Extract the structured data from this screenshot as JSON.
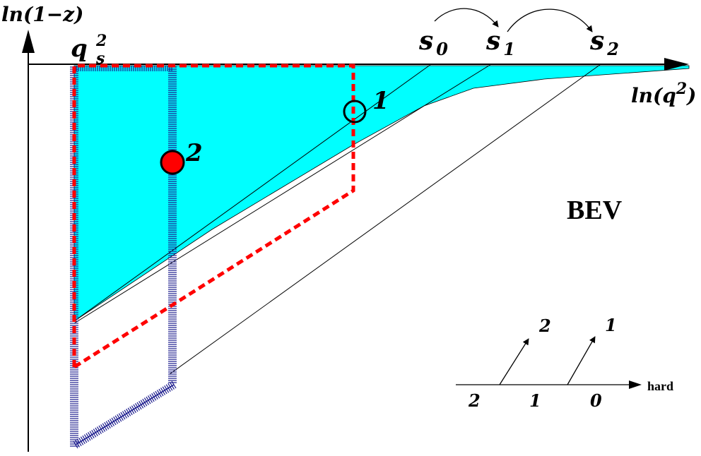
{
  "axes": {
    "y_label": "ln(1−z)",
    "x_label_prefix": "ln(q",
    "x_label_exponent": "2",
    "x_label_suffix": ")"
  },
  "qs2": {
    "base": "q",
    "sup": "2",
    "sub": "s"
  },
  "scales": [
    {
      "base": "s",
      "sub": "0"
    },
    {
      "base": "s",
      "sub": "1"
    },
    {
      "base": "s",
      "sub": "2"
    }
  ],
  "emissions": [
    {
      "label": "1",
      "style": "open"
    },
    {
      "label": "2",
      "style": "filled"
    }
  ],
  "region_label": "BEV",
  "ladder": {
    "axis_label": "hard",
    "segments": [
      "2",
      "1",
      "0"
    ],
    "branches": [
      "2",
      "1"
    ]
  },
  "colors": {
    "fill": "#00ffff",
    "path": "#ff0000",
    "hatch": "#1a1a8c",
    "line": "#000000"
  }
}
